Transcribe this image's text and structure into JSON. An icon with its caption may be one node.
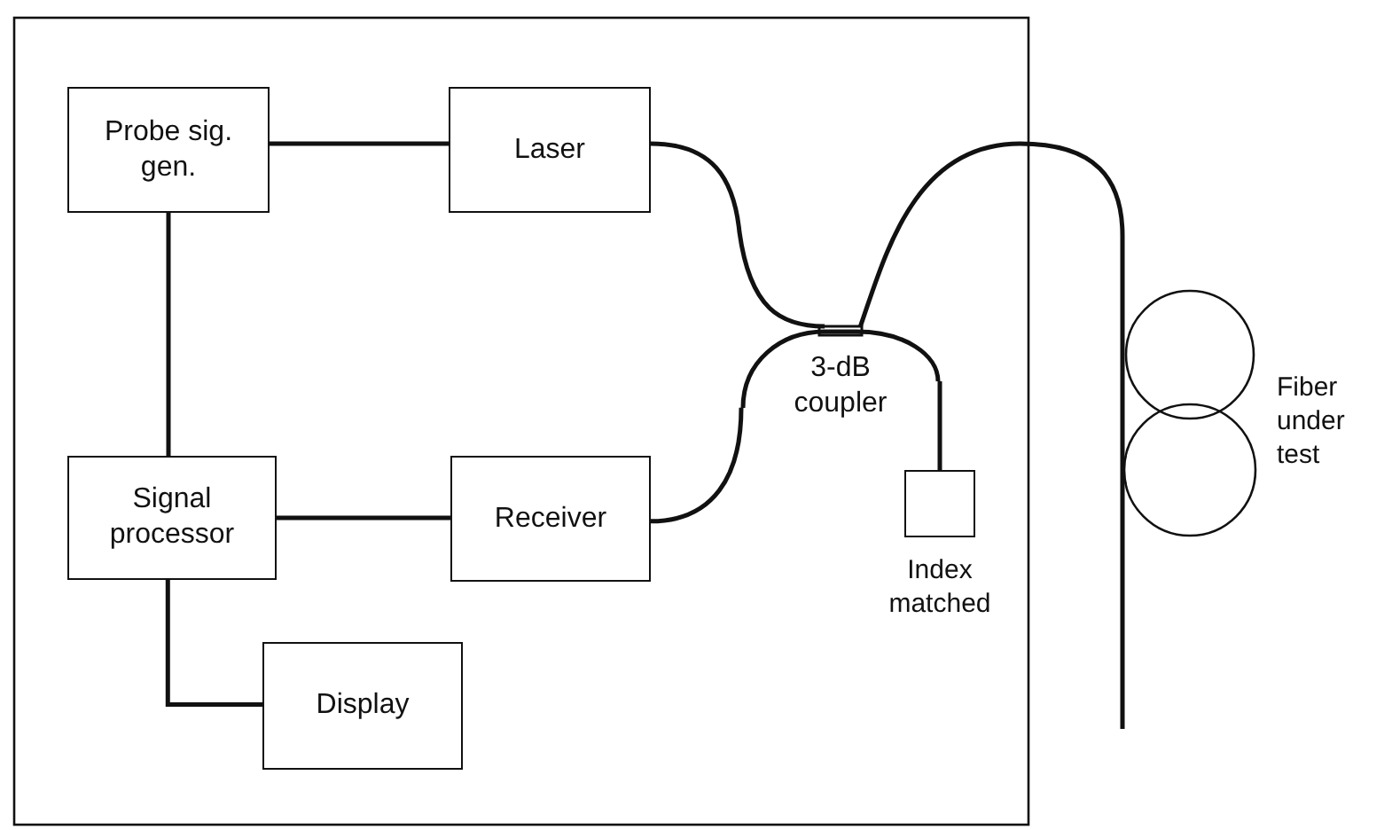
{
  "diagram": {
    "nodes": [
      {
        "text": [
          "Probe sig. gen."
        ]
      },
      {
        "text": [
          "Laser"
        ]
      },
      {
        "text": [
          "Signal processor"
        ]
      },
      {
        "text": [
          "Receiver"
        ]
      },
      {
        "text": [
          "Display"
        ]
      },
      {
        "text": [
          "3-dB coupler"
        ]
      },
      {
        "text": [],
        "shape": "box",
        "beside": [
          "Index matched"
        ]
      },
      {
        "text": [],
        "shape": "picture",
        "beside": [
          "Fiber under test"
        ]
      }
    ],
    "edges": [
      {
        "from": 0,
        "to": 1,
        "arrow": "none"
      },
      {
        "from": 0,
        "to": 2,
        "arrow": "none"
      },
      {
        "from": 2,
        "to": 3,
        "arrow": "none"
      },
      {
        "from": 2,
        "to": 4,
        "arrow": "none"
      },
      {
        "from": 1,
        "to": 5,
        "arrow": "none"
      },
      {
        "from": 3,
        "to": 5,
        "arrow": "none"
      },
      {
        "from": 5,
        "to": 6,
        "arrow": "none"
      },
      {
        "from": 5,
        "to": 7,
        "arrow": "none"
      }
    ]
  }
}
